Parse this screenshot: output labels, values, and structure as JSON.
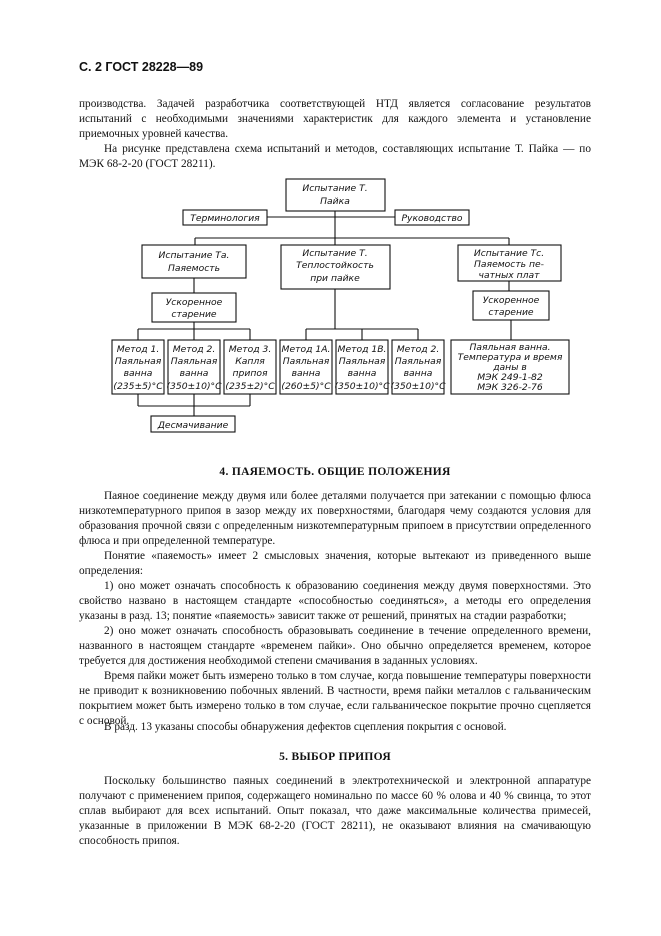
{
  "header": "С. 2 ГОСТ 28228—89",
  "intro": {
    "p1": "производства. Задачей разработчика соответствующей НТД является согласование результатов испытаний с необходимыми значениями характеристик для каждого элемента и установление приемочных уровней качества.",
    "p2": "На рисунке представлена схема испытаний и методов, составляющих испытание Т. Пайка — по МЭК 68-2-20 (ГОСТ 28211)."
  },
  "diagram": {
    "root": [
      "Испытание Т.",
      "Пайка"
    ],
    "terminology": "Терминология",
    "guidance": "Руководство",
    "ta": [
      "Испытание Та.",
      "Паяемость"
    ],
    "tb": [
      "Испытание Т.",
      "Теплостойкость",
      "при пайке"
    ],
    "tc": [
      "Испытание Тс.",
      "Паяемость пе-",
      "чатных плат"
    ],
    "aging_left": [
      "Ускоренное",
      "старение"
    ],
    "aging_right": [
      "Ускоренное",
      "старение"
    ],
    "method1": [
      "Метод 1.",
      "Паяльная",
      "ванна",
      "(235±5)°С"
    ],
    "method2": [
      "Метод 2.",
      "Паяльная",
      "ванна",
      "(350±10)°С"
    ],
    "method3": [
      "Метод 3.",
      "Капля",
      "припоя",
      "(235±2)°С"
    ],
    "method1a": [
      "Метод 1А.",
      "Паяльная",
      "ванна",
      "(260±5)°С"
    ],
    "method1b": [
      "Метод 1В.",
      "Паяльная",
      "ванна",
      "(350±10)°С"
    ],
    "method2b": [
      "Метод 2.",
      "Паяльная",
      "ванна",
      "(350±10)°С"
    ],
    "tc_method": [
      "Паяльная ванна.",
      "Температура и время",
      "даны в",
      "МЭК 249-1-82",
      "МЭК 326-2-76"
    ],
    "dewetting": "Десмачивание"
  },
  "section4": {
    "title": "4. ПАЯЕМОСТЬ. ОБЩИЕ ПОЛОЖЕНИЯ",
    "p1": "Паяное соединение между двумя или более деталями получается при затекании с помощью флюса низкотемпературного припоя в зазор между их поверхностями, благодаря чему создаются условия для образования прочной связи с определенным низкотемпературным припоем в присутствии определенного флюса и при определенной температуре.",
    "p2": "Понятие «паяемость» имеет 2 смысловых значения, которые вытекают из приведенного выше определения:",
    "p3": "1) оно может означать способность к образованию соединения между двумя поверхностями. Это свойство названо в настоящем стандарте «способностью соединяться», а методы его определения указаны в разд. 13; понятие «паяемость» зависит также от решений, принятых на стадии разработки;",
    "p4": "2) оно может означать способность образовывать соединение в течение определенного времени, названного в настоящем стандарте «временем пайки». Оно обычно определяется временем, которое требуется для достижения необходимой степени смачивания в заданных условиях.",
    "p5": "Время пайки может быть измерено только в том случае, когда повышение температуры поверхности не приводит к возникновению побочных явлений. В частности, время пайки металлов с гальваническим покрытием может быть измерено только в том случае, если гальваническое покрытие прочно сцепляется с основой.",
    "p6": "В разд. 13 указаны способы обнаружения дефектов сцепления покрытия с основой."
  },
  "section5": {
    "title": "5. ВЫБОР ПРИПОЯ",
    "p1": "Поскольку большинство паяных соединений в электротехнической и электронной аппаратуре получают с применением припоя, содержащего номинально по массе 60 % олова и 40 % свинца, то этот сплав выбирают для всех испытаний. Опыт показал, что даже максимальные количества примесей, указанные в приложении В МЭК 68-2-20 (ГОСТ 28211), не оказывают влияния на смачивающую способность припоя."
  }
}
